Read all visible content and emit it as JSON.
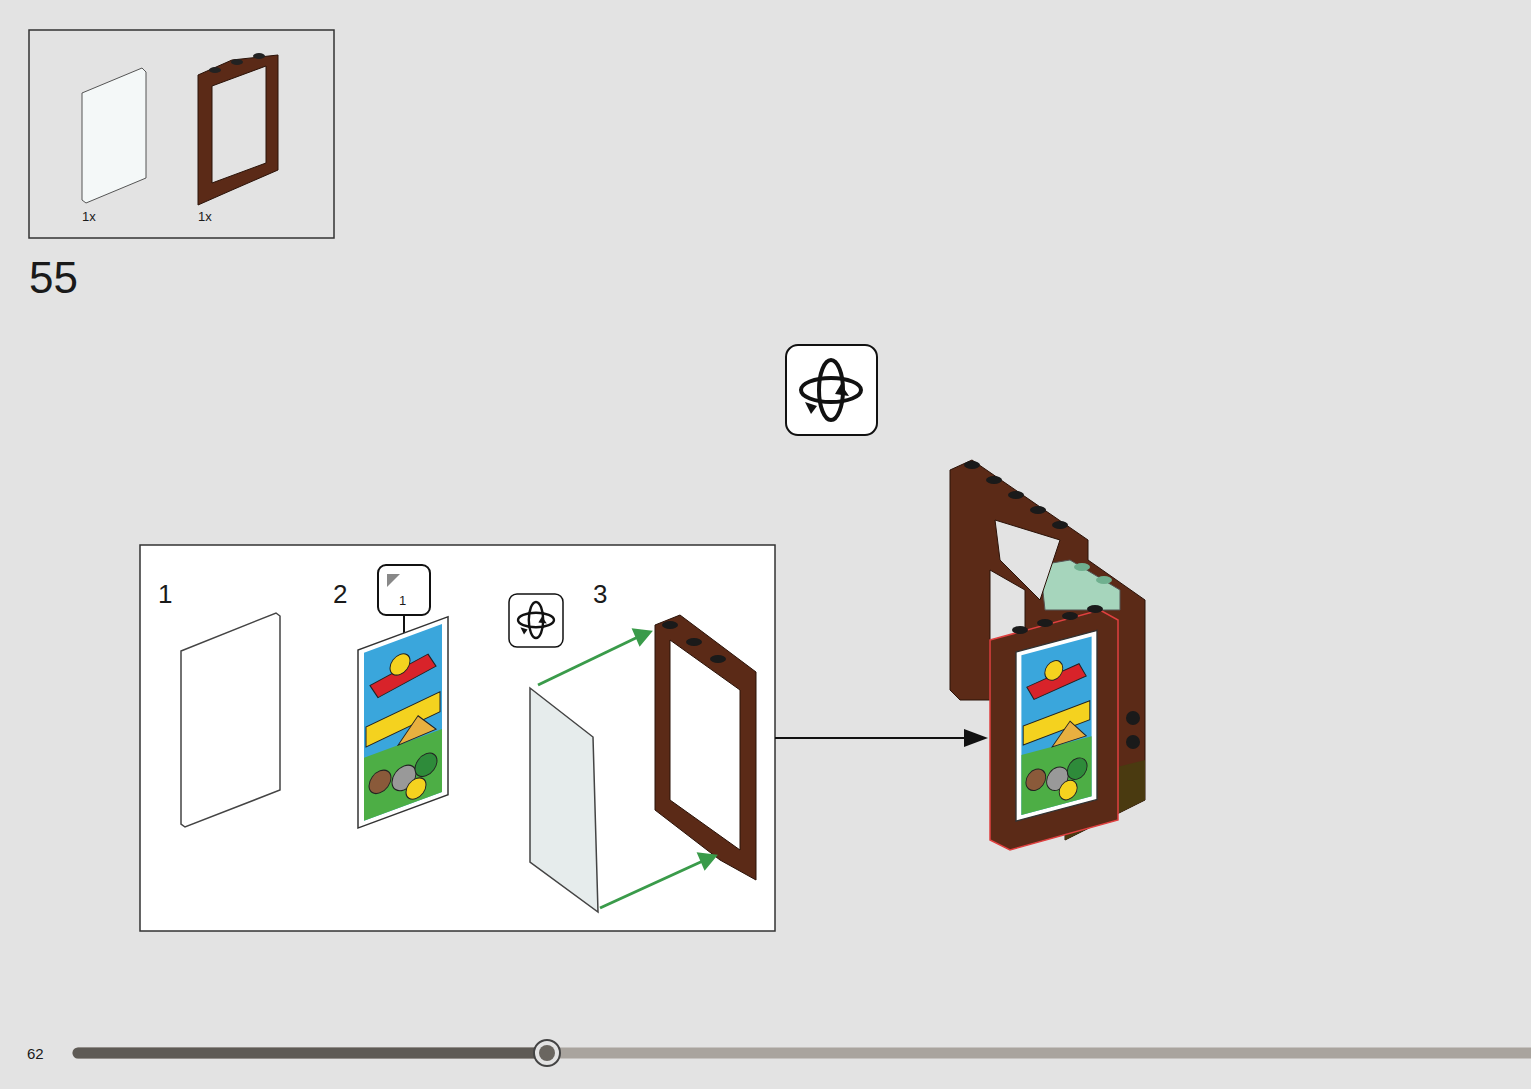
{
  "diagram": {
    "nodes": [
      {
        "text": [
          "1x",
          "1x"
        ]
      },
      {
        "text": [
          "1",
          "2",
          "3"
        ]
      },
      {
        "text": [
          "1"
        ],
        "in": 1
      }
    ],
    "labels": [
      "55",
      "62"
    ]
  }
}
